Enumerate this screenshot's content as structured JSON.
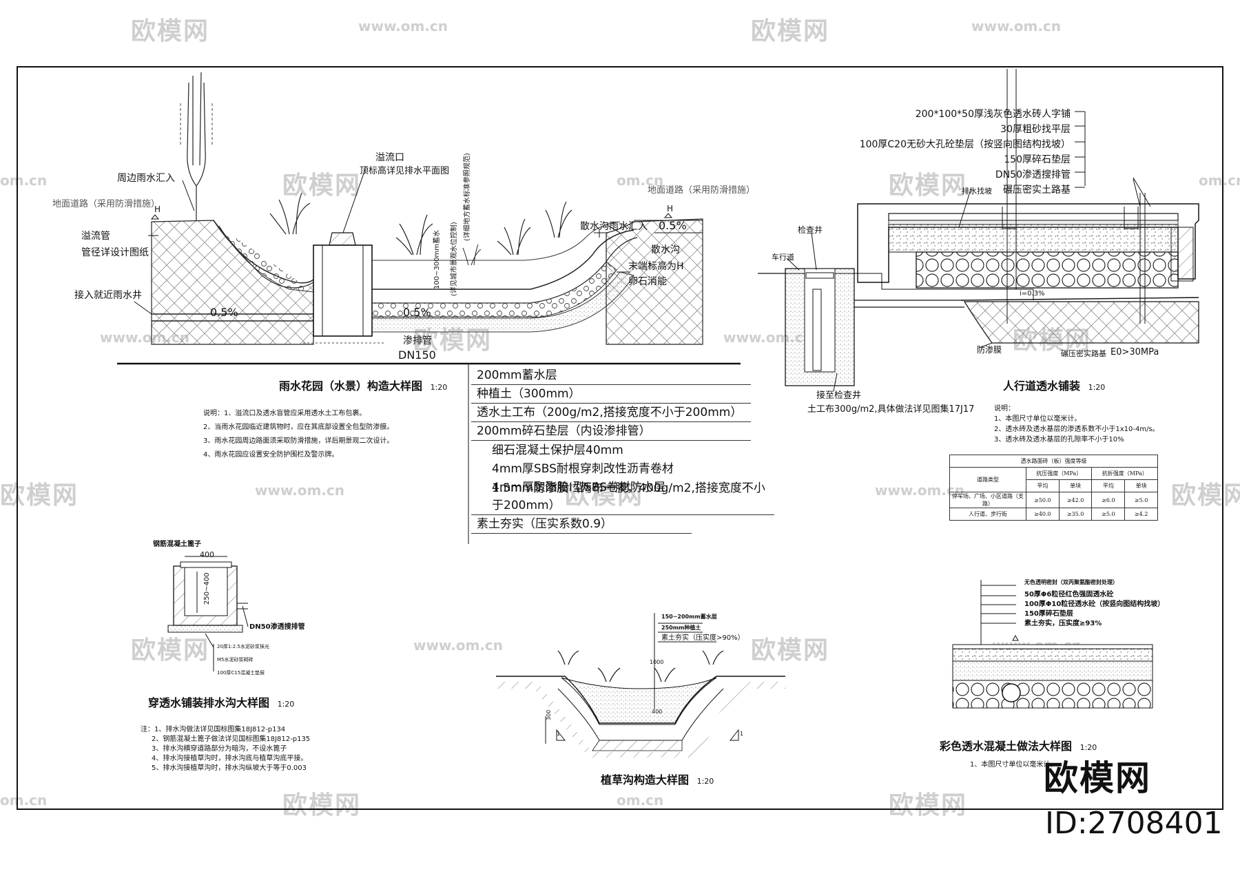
{
  "watermarks": {
    "brand": "欧模网",
    "url": "www.om.cn",
    "url_short": "om.cn",
    "brand_large": "欧模网",
    "id_label": "ID:2708401"
  },
  "rain_garden": {
    "title": "雨水花园（水景）构造大样图",
    "scale": "1:20",
    "labels": {
      "overflow_port": "溢流口",
      "overflow_port_note": "顶标高详见排水平面图",
      "surrounding_inflow": "周边雨水汇入",
      "road_left": "地面道路（采用防滑措施）",
      "road_right": "地面道路（采用防滑措施）",
      "overflow_pipe": "溢流管",
      "pipe_dia_note": "管径详设计图纸",
      "connect_well": "接入就近雨水井",
      "slope_left": "0.5%",
      "slope_right": "0.5%",
      "slope_center": "0.5%",
      "ditch_inflow": "散水沟雨水汇入",
      "ditch": "散水沟",
      "ditch_end_note": "末端标高为H",
      "pebble": "卵石消能",
      "h_left": "H",
      "h_right": "H",
      "drain_pipe": "渗排管",
      "drain_pipe_dia": "DN150",
      "depth_note_1": "100~300mm蓄水",
      "depth_note_2": "(详见城市景观水位控制)",
      "depth_note_3": "(详细地方蓄水标准参照规范)"
    },
    "layers": [
      "200mm蓄水层",
      "种植土（300mm）",
      "透水土工布（200g/m2,搭接宽度不小于200mm）",
      "200mm碎石垫层（内设渗排管）",
      "细石混凝土保护层40mm",
      "4mm厚SBS耐根穿刺改性沥青卷材",
      "4mm厚聚酯胎I型SBS卷材防水层",
      "1.5mm防渗膜（两布一膜，400g/m2,搭接宽度不小于200mm）",
      "素土夯实（压实系数0.9）"
    ],
    "notes": [
      "说明：1、溢流口及透水盲管应采用透水土工布包裹。",
      "2、当雨水花园临近建筑物时，应在其底部设置全包型防渗膜。",
      "3、雨水花园周边路面须采取防滑措施，详后期景观二次设计。",
      "4、雨水花园应设置安全防护围栏及警示牌。"
    ]
  },
  "sidewalk": {
    "title": "人行道透水铺装",
    "scale": "1:20",
    "layers": [
      "200*100*50厚浅灰色透水砖人字铺",
      "30厚粗砂找平层",
      "100厚C20无砂大孔砼垫层（按竖向图结构找坡）",
      "150厚碎石垫层",
      "DN50渗透搜排管",
      "碾压密实土路基"
    ],
    "labels": {
      "drain_slope": "排水找坡",
      "inspection_well": "检查井",
      "driveway": "车行道",
      "slope_pct": "i=0.3%",
      "membrane": "防渗膜",
      "subgrade": "碾压密实路基",
      "subgrade_eq": "E0>30MPa",
      "connect_well": "接至检查井",
      "geotextile": "土工布300g/m2,具体做法详见图集17J17"
    },
    "notes": [
      "说明：",
      "1、本图尺寸单位以毫米计。",
      "2、透水砖及透水基层的渗透系数不小于1x10-4m/s。",
      "3、透水砖及透水基层的孔隙率不小于10%"
    ],
    "strength_table": {
      "title": "透水路面砖（板）强度等级",
      "col_type": "道路类型",
      "col_compress": "抗压强度（MPa）",
      "col_flex": "抗折强度（MPa）",
      "sub_avg": "平均",
      "sub_single": "单块",
      "rows": [
        [
          "停车场、广场、小区道路（支路）",
          "≥50.0",
          "≥42.0",
          "≥6.0",
          "≥5.0"
        ],
        [
          "人行道、步行街",
          "≥40.0",
          "≥35.0",
          "≥5.0",
          "≥4.2"
        ]
      ]
    }
  },
  "drain_ditch": {
    "title": "穿透水铺装排水沟大样图",
    "scale": "1:20",
    "labels": {
      "cover": "钢筋混凝土篦子",
      "width": "400",
      "depth": "250~400",
      "pipe": "DN50渗透搜排管",
      "layer1": "20厚1:2.5水泥砂浆抹光",
      "layer2": "M5水泥砂浆砌砖",
      "layer3": "100厚C15混凝土垫层"
    },
    "notes": [
      "注：1、排水沟做法详见国标图集18J812-p134",
      "2、钢筋混凝土篦子做法详见国标图集18J812-p135",
      "3、排水沟横穿道路部分为暗沟，不设水篦子",
      "4、排水沟接植草沟时，排水沟底与植草沟底平接。",
      "5、排水沟接植草沟时，排水沟纵坡大于等于0.003"
    ]
  },
  "grass_swale": {
    "title": "植草沟构造大样图",
    "scale": "1:20",
    "labels": {
      "layer1": "150~200mm蓄水层",
      "layer2": "250mm种植土",
      "layer3": "素土夯实（压实度>90%）",
      "width_top": "1000",
      "width_bottom": "400",
      "depth": "300",
      "slope_mark": "1"
    }
  },
  "color_concrete": {
    "title": "彩色透水混凝土做法大样图",
    "scale": "1:20",
    "layers": [
      "无色透明密封（双丙聚氨酯密封处理）",
      "50厚Φ6粒径红色强固透水砼",
      "100厚Φ10粒径透水砼（按竖向图结构找坡）",
      "150厚碎石垫层",
      "素土夯实，压实度≥93%"
    ],
    "notes": [
      "1、本图尺寸单位以毫米计。"
    ]
  }
}
